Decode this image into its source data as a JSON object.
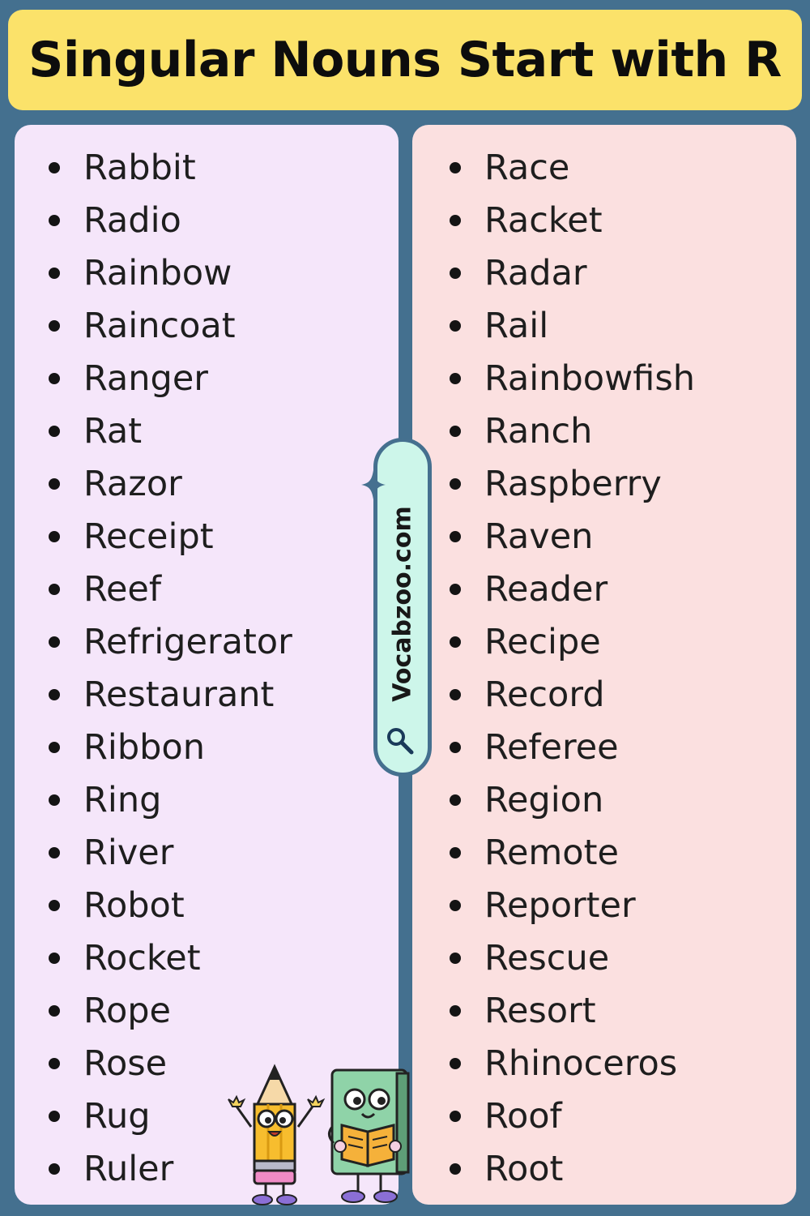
{
  "title": "Singular Nouns Start with R",
  "watermark": "Vocabzoo.com",
  "colors": {
    "background": "#44708f",
    "title_bar": "#fbe26a",
    "left_panel": "#f5e6fa",
    "right_panel": "#fbe0e0",
    "badge": "#cdf6ea"
  },
  "icons": [
    "sparkle-icon",
    "magnifier-icon",
    "pencil-mascot",
    "book-mascot"
  ],
  "left_words": [
    "Rabbit",
    "Radio",
    "Rainbow",
    "Raincoat",
    "Ranger",
    "Rat",
    "Razor",
    "Receipt",
    "Reef",
    "Refrigerator",
    "Restaurant",
    "Ribbon",
    "Ring",
    "River",
    "Robot",
    "Rocket",
    "Rope",
    "Rose",
    "Rug",
    "Ruler"
  ],
  "right_words": [
    "Race",
    "Racket",
    "Radar",
    "Rail",
    "Rainbowfish",
    "Ranch",
    "Raspberry",
    "Raven",
    "Reader",
    "Recipe",
    "Record",
    "Referee",
    "Region",
    "Remote",
    "Reporter",
    "Rescue",
    "Resort",
    "Rhinoceros",
    "Roof",
    "Root"
  ]
}
